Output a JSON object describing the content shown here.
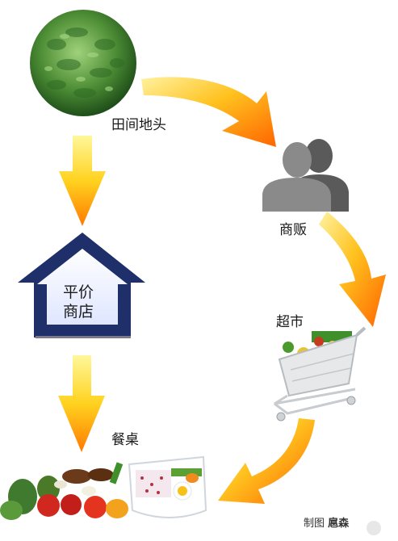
{
  "nodes": {
    "field": "田间地头",
    "vendor": "商贩",
    "supermarket": "超市",
    "shop_line1": "平价",
    "shop_line2": "商店",
    "table": "餐桌"
  },
  "credit": {
    "prefix": "制图",
    "author": "扈森"
  },
  "colors": {
    "arrow_light": "#ffe94a",
    "arrow_mid": "#ffb21a",
    "arrow_dark": "#ff6a00",
    "house_border": "#1f2f6a",
    "house_fill": "#eaf0ff",
    "person": "#6e6e6e"
  }
}
